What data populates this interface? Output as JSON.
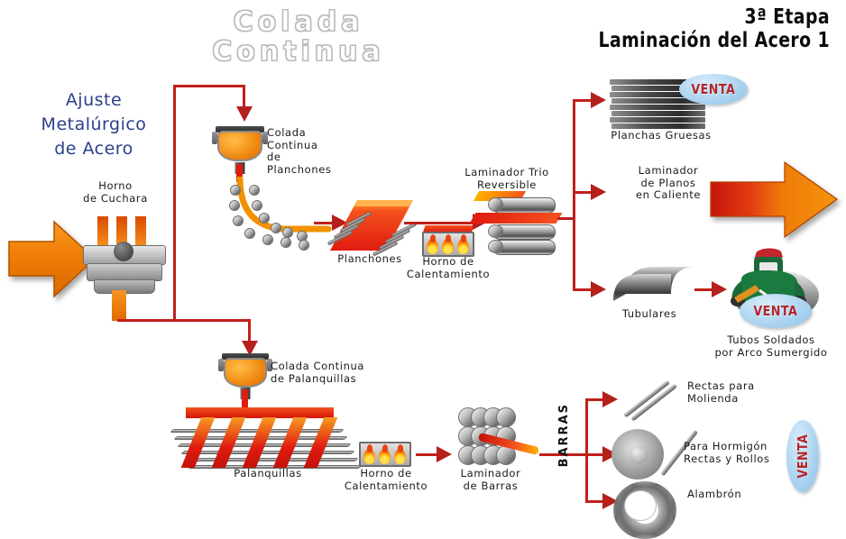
{
  "titles": {
    "center_outline": "Colada\nContinua",
    "stage": "3ª Etapa",
    "stage_sub": "Laminación del Acero 1",
    "left_blue": "Ajuste\nMetalúrgico\nde Acero"
  },
  "nodes": {
    "ladle_furnace": "Horno\nde Cuchara",
    "caster_slabs": "Colada\nContinua\nde\nPlanchones",
    "slabs": "Planchones",
    "reheat_furnace_top": "Horno de\nCalentamiento",
    "trio_mill": "Laminador Trio\nReversible",
    "plates": "Planchas Gruesas",
    "hot_strip_mill": "Laminador\nde Planos\nen Caliente",
    "tubulars": "Tubulares",
    "welded_pipes": "Tubos Soldados\npor Arco Sumergido",
    "caster_billets": "Colada Continua\nde Palanquillas",
    "billets": "Palanquillas",
    "reheat_furnace_bottom": "Horno de\nCalentamiento",
    "bar_mill": "Laminador\nde Barras",
    "bars_bus": "BARRAS",
    "grinding_bars": "Rectas para\nMolienda",
    "rebar": "Para Hormigón\nRectas y Rollos",
    "wire_rod": "Alambrón"
  },
  "badges": {
    "venta": "VENTA"
  },
  "colors": {
    "connector": "#c0201c",
    "arrow_head": "#b51f1c",
    "blue_text": "#2b3f8c",
    "hot_metal": "#f08a12",
    "hot_slab": "#e01b10",
    "badge_bg": "#a9d2f0",
    "badge_text": "#b2272b"
  },
  "flow": {
    "branches_top": [
      "Planchas Gruesas",
      "Laminador de Planos en Caliente",
      "Tubulares"
    ],
    "branches_bottom": [
      "Rectas para Molienda",
      "Para Hormigón Rectas y Rollos",
      "Alambrón"
    ]
  }
}
